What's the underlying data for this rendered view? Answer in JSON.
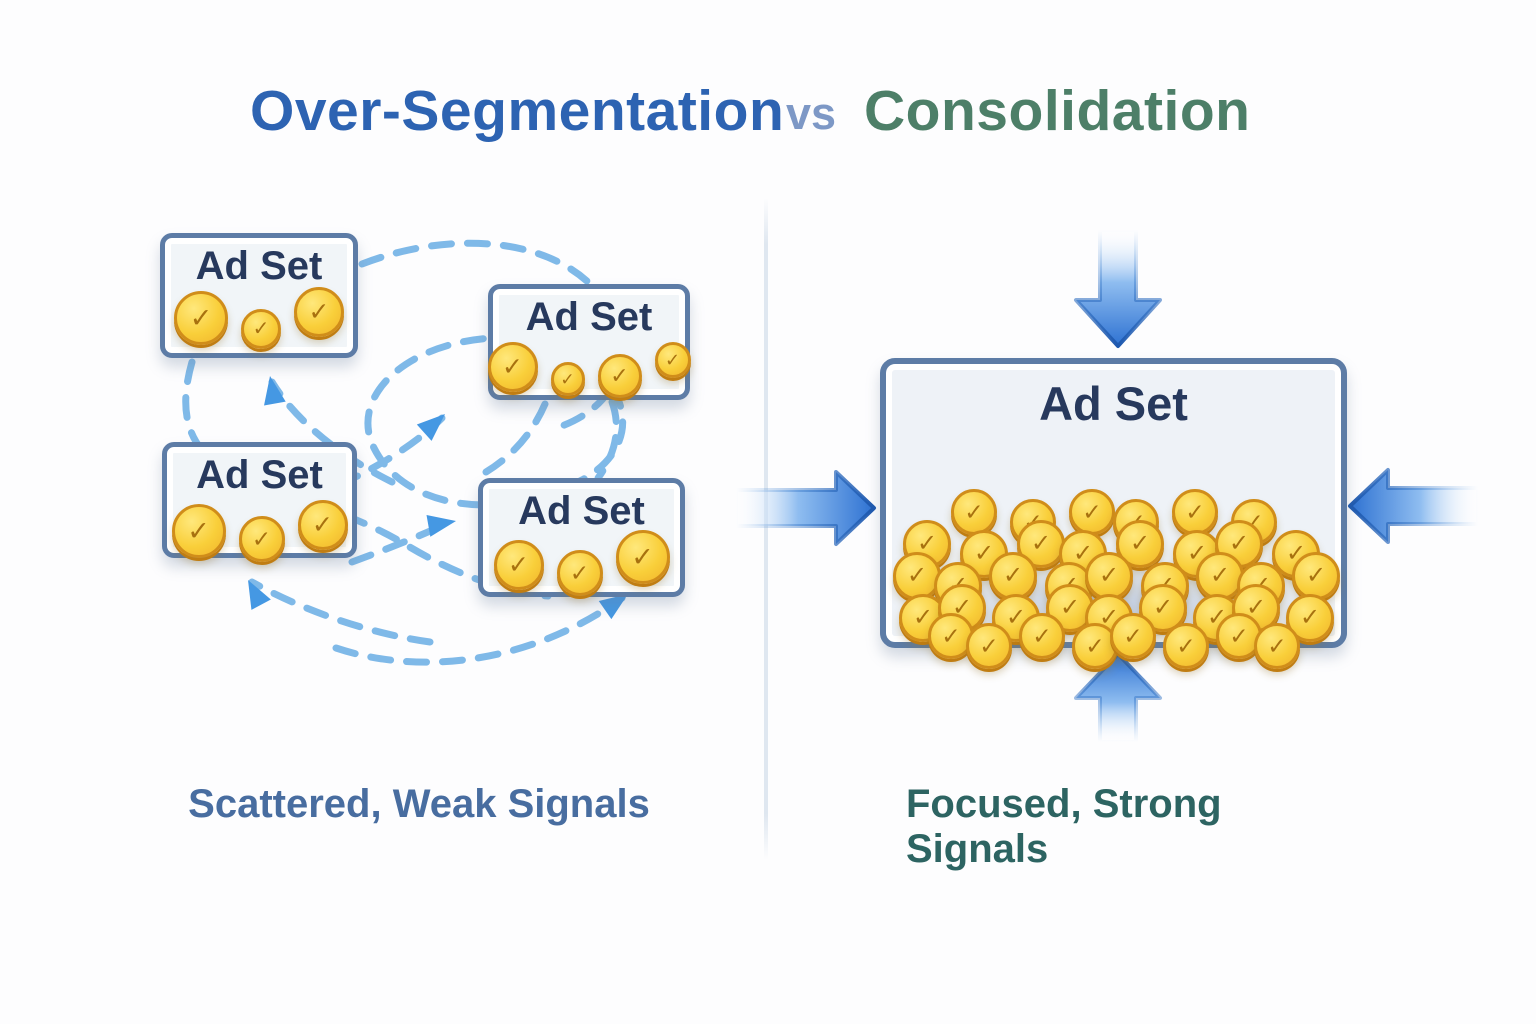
{
  "header": {
    "left_title": "Over-Segmentation",
    "separator": "vs",
    "right_title": "Consolidation"
  },
  "left_panel": {
    "caption": "Scattered, Weak Signals",
    "boxes": [
      {
        "label": "Ad Set",
        "coins": 3
      },
      {
        "label": "Ad Set",
        "coins": 4
      },
      {
        "label": "Ad Set",
        "coins": 3
      },
      {
        "label": "Ad Set",
        "coins": 3
      }
    ]
  },
  "right_panel": {
    "caption": "Focused, Strong Signals",
    "box": {
      "label": "Ad Set",
      "coin_count": 40
    }
  },
  "icons": {
    "coin_check_glyph": "✓"
  },
  "colors": {
    "left_title": "#2d63b2",
    "separator": "#7d98c6",
    "right_title": "#4d7f68",
    "left_caption": "#486da0",
    "right_caption": "#2d6462",
    "box_border": "#5d7ca6",
    "box_label": "#27395d",
    "coin_fill": "#f8ce38",
    "coin_border": "#d08d1a",
    "coin_check": "#a8710f",
    "dashed_connector": "#7fb9e8",
    "solid_arrow": "#2f74cf"
  }
}
